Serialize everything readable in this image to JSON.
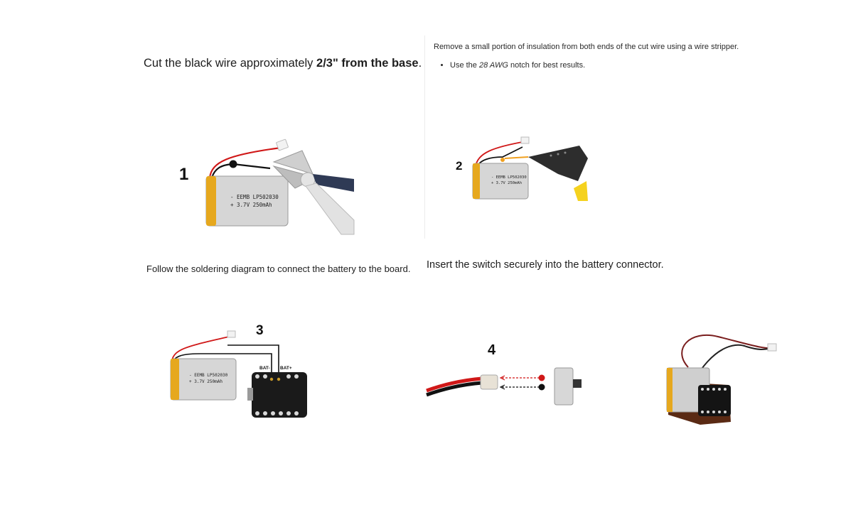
{
  "steps": [
    {
      "number": "1",
      "caption_pre": "Cut the black wire approximately ",
      "caption_bold": "2/3\" from the base",
      "caption_post": "."
    },
    {
      "number": "2",
      "caption": "Remove a small portion of insulation from both ends of the cut wire using a wire stripper.",
      "bullet_pre": "Use the ",
      "bullet_em": "28 AWG",
      "bullet_post": " notch for best results."
    },
    {
      "number": "3",
      "caption": "Follow the soldering diagram to connect the battery to the board.",
      "pad_minus": "BAT-",
      "pad_plus": "BAT+"
    },
    {
      "number": "4",
      "caption": "Insert the switch securely into the battery connector."
    }
  ],
  "battery_label": {
    "line1": "- EEMB LP502030",
    "line2": "+ 3.7V 250mAh"
  }
}
